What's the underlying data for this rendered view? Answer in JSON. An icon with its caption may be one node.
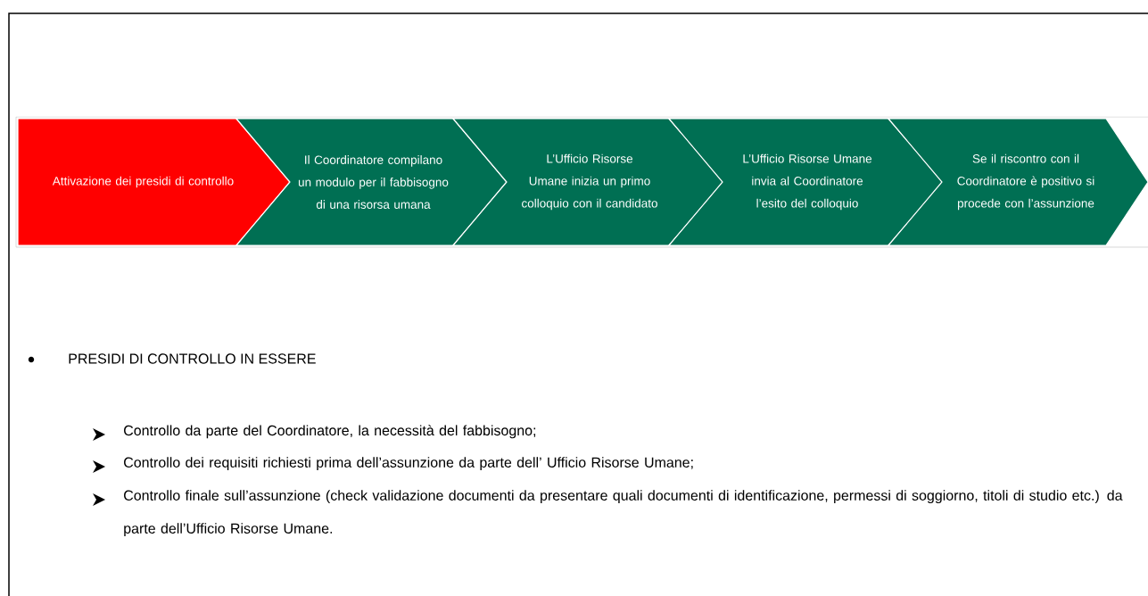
{
  "diagram": {
    "nodes": [
      {
        "text": [
          "Attivazione dei presidi di controllo"
        ]
      },
      {
        "text": [
          "Il Coordinatore compilano un modulo per il fabbisogno di una risorsa umana"
        ]
      },
      {
        "text": [
          "L’Ufficio Risorse Umane inizia un primo colloquio con il candidato"
        ]
      },
      {
        "text": [
          "L’Ufficio Risorse Umane invia al Coordinatore l’esito del colloquio"
        ]
      },
      {
        "text": [
          "Se il riscontro con il Coordinatore è positivo si procede con l’assunzione"
        ]
      }
    ],
    "labels": [
      "PRESIDI DI CONTROLLO IN ESSERE",
      "Controllo da parte del Coordinatore, la necessità del fabbisogno;",
      "Controllo dei requisiti richiesti prima dell’assunzione da parte dell’ Ufficio Risorse Umane;",
      "Controllo finale sull’assunzione (check validazione documenti da presentare quali documenti di identificazione, permessi di soggiorno, titoli di studio etc.) da parte dell’Ufficio Risorse Umane."
    ]
  }
}
